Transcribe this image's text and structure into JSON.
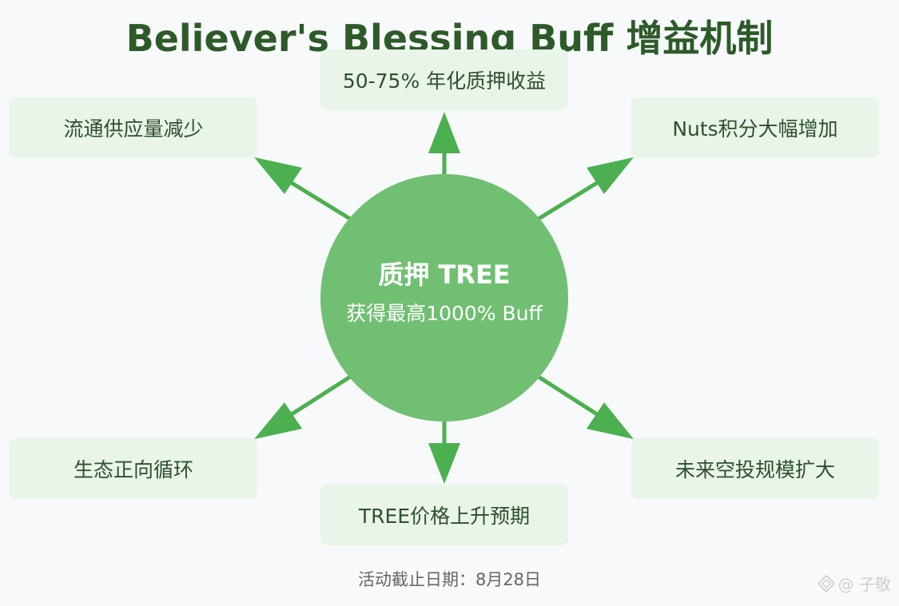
{
  "title": "Believer's Blessing Buff 增益机制",
  "hub": {
    "title": "质押 TREE",
    "subtitle": "获得最高1000% Buff"
  },
  "nodes": {
    "top": "50-75% 年化质押收益",
    "top_left": "流通供应量减少",
    "top_right": "Nuts积分大幅增加",
    "bottom_left": "生态正向循环",
    "bottom_right": "未来空投规模扩大",
    "bottom": "TREE价格上升预期"
  },
  "footer": "活动截止日期：8月28日",
  "watermark": "@ 子敬",
  "colors": {
    "title": "#2e5a2a",
    "hub": "#71bf73",
    "arrow": "#4caf50",
    "box": "#e8f5e8",
    "box_text": "#2f4f2f",
    "background": "#f7f9fa"
  }
}
